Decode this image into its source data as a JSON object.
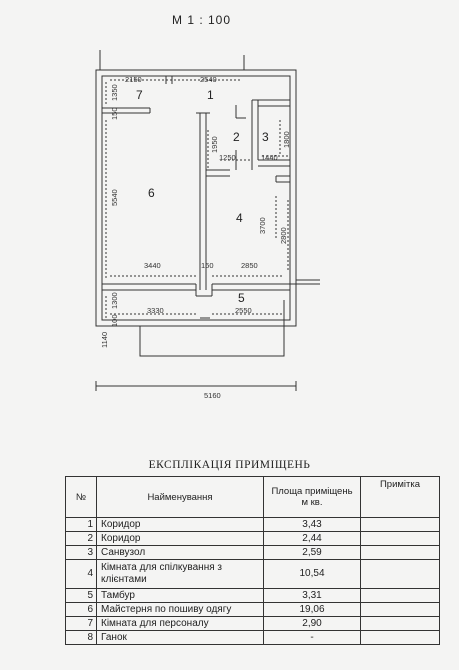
{
  "scale": "М 1 : 100",
  "dimensions": {
    "top_left": "2150",
    "top_right": "2540",
    "left_upper": "1350",
    "left_small": "150",
    "corridor2_height": "1950",
    "room2_width": "1250",
    "room3_width": "1440",
    "room3_height": "1800",
    "left_main": "5540",
    "room4_inner": "3700",
    "room4_side": "2800",
    "room6_width": "3440",
    "wall": "160",
    "room4_width": "2850",
    "porch_left": "1300",
    "porch_small": "100",
    "porch_bottom": "1140",
    "porch_width_left": "3330",
    "porch_width_right": "2550",
    "total_width": "5160"
  },
  "room_labels": [
    "1",
    "2",
    "3",
    "4",
    "5",
    "6",
    "7"
  ],
  "table": {
    "title": "ЕКСПЛІКАЦІЯ  ПРИМІЩЕНЬ",
    "headers": {
      "num": "№",
      "name": "Найменування",
      "area": "Площа приміщень м кв.",
      "note": "Примітка"
    },
    "rows": [
      {
        "num": "1",
        "name": "Коридор",
        "area": "3,43"
      },
      {
        "num": "2",
        "name": "Коридор",
        "area": "2,44"
      },
      {
        "num": "3",
        "name": "Санвузол",
        "area": "2,59"
      },
      {
        "num": "4",
        "name": "Кімната для спілкування з клієнтами",
        "area": "10,54"
      },
      {
        "num": "5",
        "name": "Тамбур",
        "area": "3,31"
      },
      {
        "num": "6",
        "name": "Майстерня по пошиву одягу",
        "area": "19,06"
      },
      {
        "num": "7",
        "name": "Кімната для персоналу",
        "area": "2,90"
      },
      {
        "num": "8",
        "name": "Ганок",
        "area": "-"
      }
    ]
  }
}
